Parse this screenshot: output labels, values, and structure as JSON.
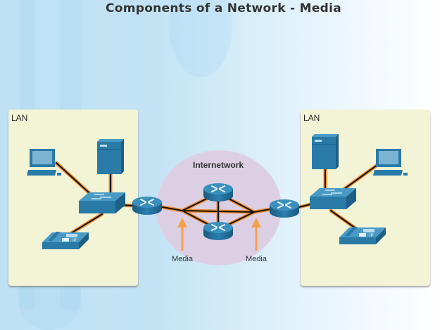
{
  "title": "Components of a Network - Media",
  "lan_left": {
    "label": "LAN",
    "devices": [
      "pc",
      "server",
      "switch",
      "ip-phone"
    ]
  },
  "lan_right": {
    "label": "LAN",
    "devices": [
      "server",
      "pc",
      "switch",
      "ip-phone"
    ]
  },
  "internetwork": {
    "label": "Internetwork",
    "routers": 2
  },
  "edge_routers": 2,
  "media_labels": [
    "Media",
    "Media"
  ],
  "phone_badge": "IP",
  "colors": {
    "device_blue": "#2a7aa8",
    "cable_orange": "#f08a2a",
    "cable_core": "#111111",
    "arrow_orange": "#f5a04a",
    "lan_box": "#f3f4d6",
    "internetwork_cloud": "#dccfe4"
  }
}
